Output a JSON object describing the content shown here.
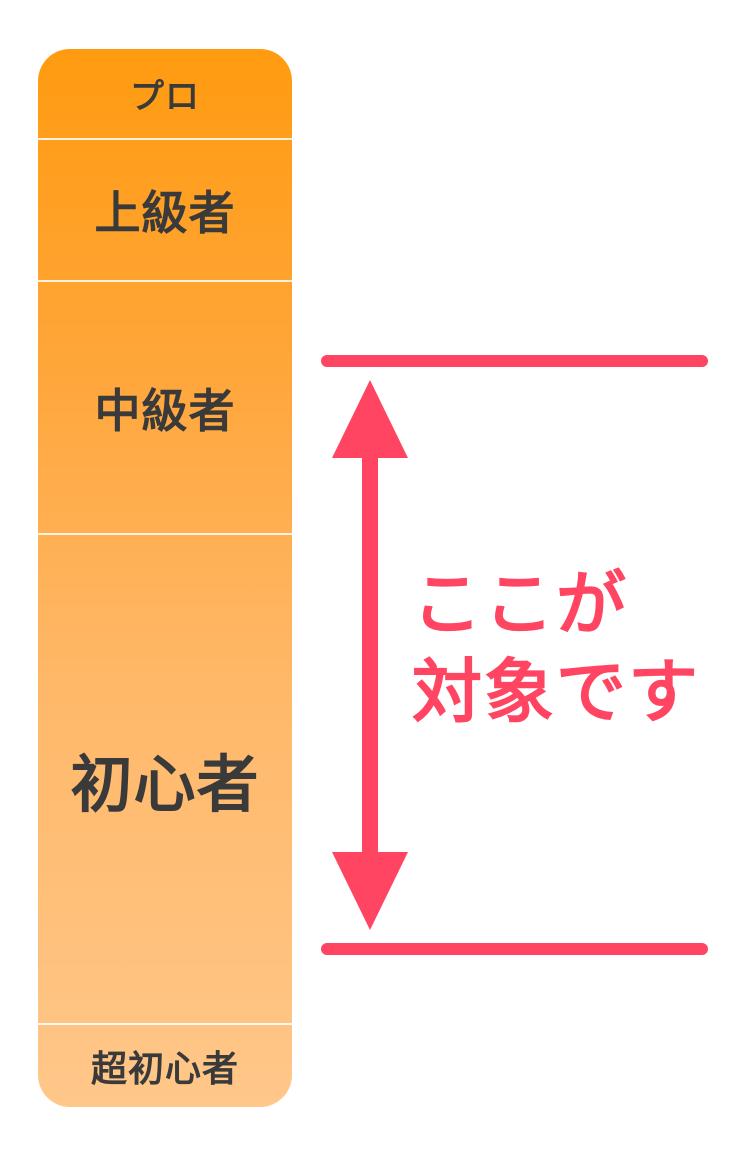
{
  "levels": [
    {
      "label": "プロ"
    },
    {
      "label": "上級者"
    },
    {
      "label": "中級者"
    },
    {
      "label": "初心者"
    },
    {
      "label": "超初心者"
    }
  ],
  "callout": {
    "line1": "ここが",
    "line2": "対象です"
  },
  "colors": {
    "accent": "#ff4561",
    "bar_top": "#ff9b10",
    "bar_bottom": "#ffc78a",
    "label_text": "#3a3a3a"
  }
}
